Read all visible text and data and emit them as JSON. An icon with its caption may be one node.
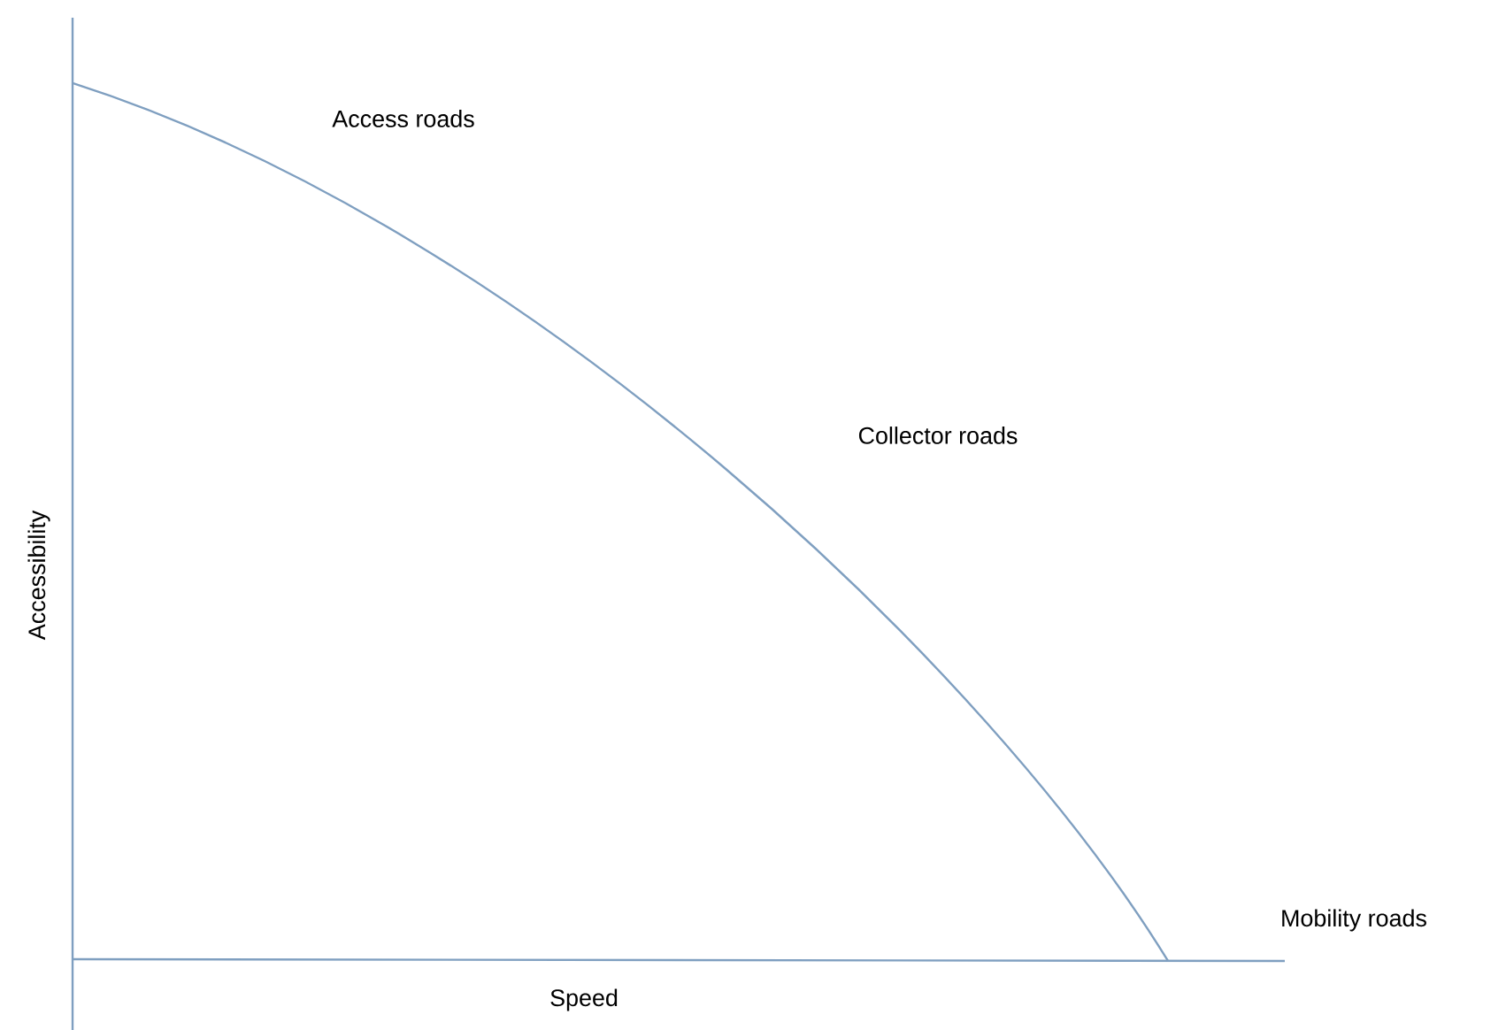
{
  "diagram": {
    "labels": [
      "Access roads",
      "Collector roads",
      "Accessibility",
      "Mobility roads",
      "Speed"
    ]
  }
}
